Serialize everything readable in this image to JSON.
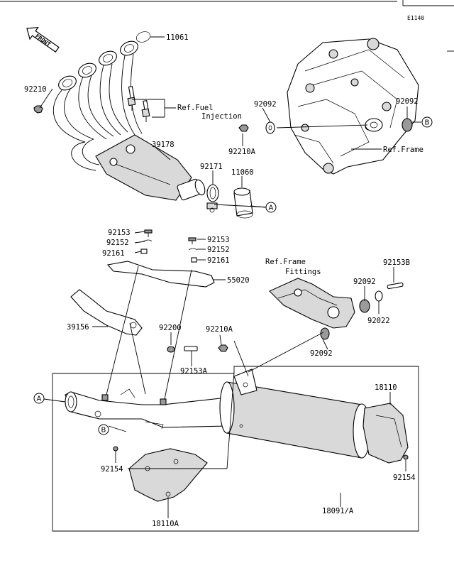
{
  "figure_code": "E1140",
  "front_arrow_label": "FRONT",
  "callouts": {
    "p11061": "11061",
    "p92210": "92210",
    "ref_fuel": "Ref.Fuel",
    "ref_fuel_2": "Injection",
    "p39178": "39178",
    "p92092_top": "92092",
    "p92092_right": "92092",
    "p92210A_top": "92210A",
    "ref_frame": "Ref.Frame",
    "p92171": "92171",
    "p11060": "11060",
    "p92153_a": "92153",
    "p92152_a": "92152",
    "p92161_a": "92161",
    "p92153_b": "92153",
    "p92152_b": "92152",
    "p92161_b": "92161",
    "p55020": "55020",
    "ref_frame_fittings": "Ref.Frame",
    "ref_frame_fittings_2": "Fittings",
    "p92153B": "92153B",
    "p92092_mid": "92092",
    "p92022": "92022",
    "p39156": "39156",
    "p92200": "92200",
    "p92210A_mid": "92210A",
    "p92153A": "92153A",
    "p92092_low": "92092",
    "p18110": "18110",
    "p92154_left": "92154",
    "p92154_right": "92154",
    "p18110A": "18110A",
    "p18091A": "18091/A"
  },
  "markers": {
    "A": "A",
    "B": "B"
  }
}
